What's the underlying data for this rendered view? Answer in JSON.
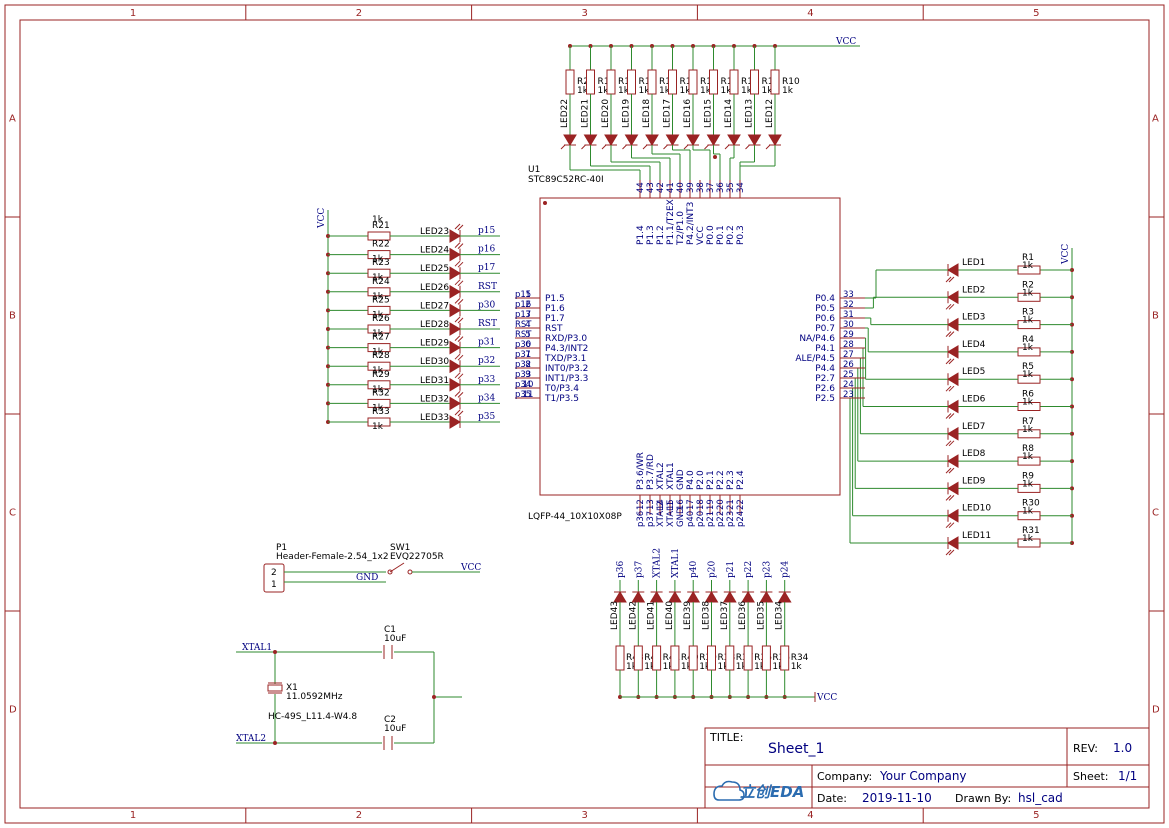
{
  "frame": {
    "cols": [
      "1",
      "2",
      "3",
      "4",
      "5"
    ],
    "rows": [
      "A",
      "B",
      "C",
      "D"
    ]
  },
  "colors": {
    "frame": "#9a2323",
    "wire": "#2e8a2e",
    "pin_text": "#000080",
    "title_text": "#000080"
  },
  "title_block": {
    "title_label": "TITLE:",
    "title": "Sheet_1",
    "rev_label": "REV:",
    "rev": "1.0",
    "company_label": "Company:",
    "company": "Your Company",
    "sheet_label": "Sheet:",
    "sheet": "1/1",
    "date_label": "Date:",
    "date": "2019-11-10",
    "drawn_label": "Drawn By:",
    "drawn": "hsl_cad",
    "logo": "立创EDA"
  },
  "mcu": {
    "ref": "U1",
    "value": "STC89C52RC-40I",
    "footprint": "LQFP-44_10X10X08P",
    "left_pins": [
      {
        "num": "1",
        "name": "P1.5",
        "net": "p15"
      },
      {
        "num": "2",
        "name": "P1.6",
        "net": "p16"
      },
      {
        "num": "3",
        "name": "P1.7",
        "net": "p17"
      },
      {
        "num": "4",
        "name": "RST",
        "net": "RST"
      },
      {
        "num": "5",
        "name": "RXD/P3.0",
        "net": "RST"
      },
      {
        "num": "6",
        "name": "P4.3/INT2",
        "net": "p30"
      },
      {
        "num": "7",
        "name": "TXD/P3.1",
        "net": "p31"
      },
      {
        "num": "8",
        "name": "INT0/P3.2",
        "net": "p32"
      },
      {
        "num": "9",
        "name": "INT1/P3.3",
        "net": "p33"
      },
      {
        "num": "10",
        "name": "T0/P3.4",
        "net": "p34"
      },
      {
        "num": "11",
        "name": "T1/P3.5",
        "net": "p35"
      }
    ],
    "right_pins": [
      {
        "num": "33",
        "name": "P0.4"
      },
      {
        "num": "32",
        "name": "P0.5"
      },
      {
        "num": "31",
        "name": "P0.6"
      },
      {
        "num": "30",
        "name": "P0.7"
      },
      {
        "num": "29",
        "name": "NA/P4.6"
      },
      {
        "num": "28",
        "name": "P4.1"
      },
      {
        "num": "27",
        "name": "ALE/P4.5"
      },
      {
        "num": "26",
        "name": "P4.4"
      },
      {
        "num": "25",
        "name": "P2.7"
      },
      {
        "num": "24",
        "name": "P2.6"
      },
      {
        "num": "23",
        "name": "P2.5"
      }
    ],
    "top_pins": [
      {
        "num": "44",
        "name": "P1.4"
      },
      {
        "num": "43",
        "name": "P1.3"
      },
      {
        "num": "42",
        "name": "P1.2"
      },
      {
        "num": "41",
        "name": "P1.1/T2EX"
      },
      {
        "num": "40",
        "name": "T2/P1.0"
      },
      {
        "num": "39",
        "name": "P4.2/INT3"
      },
      {
        "num": "38",
        "name": "VCC"
      },
      {
        "num": "37",
        "name": "P0.0"
      },
      {
        "num": "36",
        "name": "P0.1"
      },
      {
        "num": "35",
        "name": "P0.2"
      },
      {
        "num": "34",
        "name": "P0.3"
      }
    ],
    "bottom_pins": [
      {
        "num": "12",
        "name": "P3.6/WR",
        "net": "p36"
      },
      {
        "num": "13",
        "name": "P3.7/RD",
        "net": "p37"
      },
      {
        "num": "14",
        "name": "XTAL2",
        "net": "XTAL2"
      },
      {
        "num": "15",
        "name": "XTAL1",
        "net": "XTAL1"
      },
      {
        "num": "16",
        "name": "GND",
        "net": "GND"
      },
      {
        "num": "17",
        "name": "P4.0",
        "net": "p40"
      },
      {
        "num": "18",
        "name": "P2.0",
        "net": "p20"
      },
      {
        "num": "19",
        "name": "P2.1",
        "net": "p21"
      },
      {
        "num": "20",
        "name": "P2.2",
        "net": "p22"
      },
      {
        "num": "21",
        "name": "P2.3",
        "net": "p23"
      },
      {
        "num": "22",
        "name": "P2.4",
        "net": "p24"
      }
    ]
  },
  "top_bank": {
    "vcc": "VCC",
    "resistors": [
      {
        "ref": "R20",
        "val": "1k"
      },
      {
        "ref": "R19",
        "val": "1k"
      },
      {
        "ref": "R18",
        "val": "1k"
      },
      {
        "ref": "R17",
        "val": "1k"
      },
      {
        "ref": "R16",
        "val": "1k"
      },
      {
        "ref": "R15",
        "val": "1k"
      },
      {
        "ref": "R14",
        "val": "1k"
      },
      {
        "ref": "R13",
        "val": "1k"
      },
      {
        "ref": "R12",
        "val": "1k"
      },
      {
        "ref": "R11",
        "val": "1k"
      },
      {
        "ref": "R10",
        "val": "1k"
      }
    ],
    "leds": [
      "LED22",
      "LED21",
      "LED20",
      "LED19",
      "LED18",
      "LED17",
      "LED16",
      "LED15",
      "LED14",
      "LED13",
      "LED12"
    ]
  },
  "left_bank": {
    "vcc": "VCC",
    "rows": [
      {
        "r": "R21",
        "led": "LED23",
        "net": "p15"
      },
      {
        "r": "R22",
        "led": "LED24",
        "net": "p16"
      },
      {
        "r": "R23",
        "led": "LED25",
        "net": "p17"
      },
      {
        "r": "R24",
        "led": "LED26",
        "net": "RST"
      },
      {
        "r": "R25",
        "led": "LED27",
        "net": "p30"
      },
      {
        "r": "R26",
        "led": "LED28",
        "net": "RST"
      },
      {
        "r": "R27",
        "led": "LED29",
        "net": "p31"
      },
      {
        "r": "R28",
        "led": "LED30",
        "net": "p32"
      },
      {
        "r": "R29",
        "led": "LED31",
        "net": "p33"
      },
      {
        "r": "R32",
        "led": "LED32",
        "net": "p34"
      },
      {
        "r": "R33",
        "led": "LED33",
        "net": "p35"
      }
    ],
    "val": "1k"
  },
  "right_bank": {
    "vcc": "VCC",
    "rows": [
      {
        "r": "R1",
        "led": "LED1"
      },
      {
        "r": "R2",
        "led": "LED2"
      },
      {
        "r": "R3",
        "led": "LED3"
      },
      {
        "r": "R4",
        "led": "LED4"
      },
      {
        "r": "R5",
        "led": "LED5"
      },
      {
        "r": "R6",
        "led": "LED6"
      },
      {
        "r": "R7",
        "led": "LED7"
      },
      {
        "r": "R8",
        "led": "LED8"
      },
      {
        "r": "R9",
        "led": "LED9"
      },
      {
        "r": "R30",
        "led": "LED10"
      },
      {
        "r": "R31",
        "led": "LED11"
      }
    ],
    "val": "1k"
  },
  "bottom_bank": {
    "vcc": "VCC",
    "nets": [
      "p36",
      "p37",
      "XTAL2",
      "XTAL1",
      "p40",
      "p20",
      "p21",
      "p22",
      "p23",
      "p24"
    ],
    "leds": [
      "LED43",
      "LED42",
      "LED41",
      "LED40",
      "LED39",
      "LED38",
      "LED37",
      "LED36",
      "LED35",
      "LED34"
    ],
    "resistors": [
      "R43",
      "R42",
      "R41",
      "R40",
      "R39",
      "R38",
      "R37",
      "R36",
      "R35",
      "R34"
    ],
    "val": "1k"
  },
  "header": {
    "ref": "P1",
    "value": "Header-Female-2.54_1x2",
    "pin2": "2",
    "pin1": "1",
    "gnd": "GND"
  },
  "switch": {
    "ref": "SW1",
    "value": "EVQ22705R",
    "vcc": "VCC"
  },
  "crystal": {
    "xtal1": "XTAL1",
    "xtal2": "XTAL2",
    "c1_ref": "C1",
    "c1_val": "10uF",
    "c2_ref": "C2",
    "c2_val": "10uF",
    "x_ref": "X1",
    "x_val": "11.0592MHz",
    "x_pkg": "HC-49S_L11.4-W4.8"
  }
}
